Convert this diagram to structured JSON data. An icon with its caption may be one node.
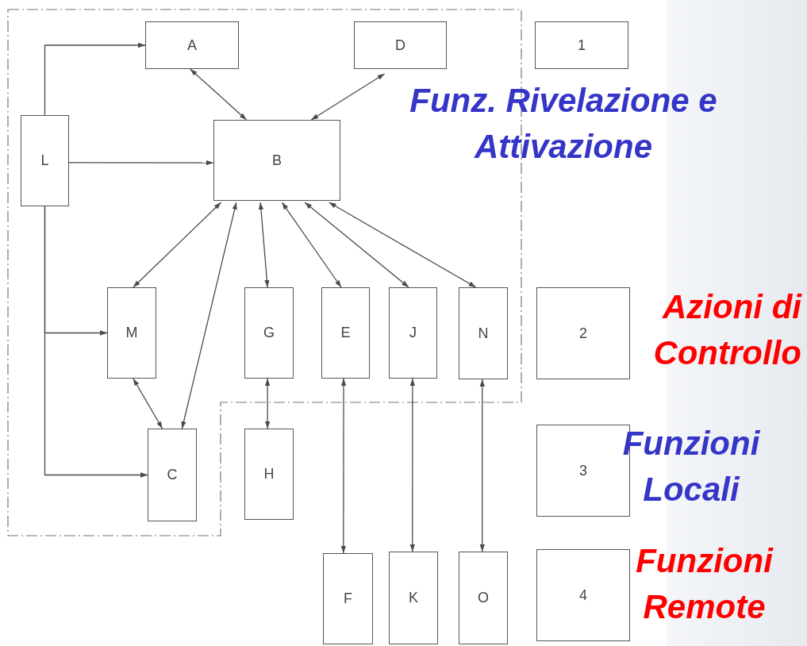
{
  "diagram": {
    "nodes": [
      {
        "text": [
          "A"
        ]
      },
      {
        "text": [
          "D"
        ]
      },
      {
        "text": [
          "1"
        ]
      },
      {
        "text": [
          "L"
        ]
      },
      {
        "text": [
          "B"
        ]
      },
      {
        "text": [
          "M"
        ]
      },
      {
        "text": [
          "G"
        ]
      },
      {
        "text": [
          "E"
        ]
      },
      {
        "text": [
          "J"
        ]
      },
      {
        "text": [
          "N"
        ]
      },
      {
        "text": [
          "2"
        ]
      },
      {
        "text": [
          "C"
        ]
      },
      {
        "text": [
          "H"
        ]
      },
      {
        "text": [
          "3"
        ]
      },
      {
        "text": [
          "F"
        ]
      },
      {
        "text": [
          "K"
        ]
      },
      {
        "text": [
          "O"
        ]
      },
      {
        "text": [
          "4"
        ]
      }
    ],
    "edges": [
      {
        "from": 3,
        "to": 0,
        "arrow": "to"
      },
      {
        "from": 3,
        "to": 4,
        "arrow": "to"
      },
      {
        "from": 3,
        "to": 5,
        "arrow": "to"
      },
      {
        "from": 3,
        "to": 11,
        "arrow": "to"
      },
      {
        "from": 0,
        "to": 4,
        "arrow": "both"
      },
      {
        "from": 1,
        "to": 4,
        "arrow": "both"
      },
      {
        "from": 4,
        "to": 5,
        "arrow": "both"
      },
      {
        "from": 4,
        "to": 11,
        "arrow": "both"
      },
      {
        "from": 4,
        "to": 6,
        "arrow": "both"
      },
      {
        "from": 4,
        "to": 7,
        "arrow": "both"
      },
      {
        "from": 4,
        "to": 8,
        "arrow": "both"
      },
      {
        "from": 4,
        "to": 9,
        "arrow": "both"
      },
      {
        "from": 5,
        "to": 11,
        "arrow": "both"
      },
      {
        "from": 6,
        "to": 12,
        "arrow": "both"
      },
      {
        "from": 7,
        "to": 14,
        "arrow": "both"
      },
      {
        "from": 8,
        "to": 15,
        "arrow": "both"
      },
      {
        "from": 9,
        "to": 16,
        "arrow": "both"
      }
    ],
    "labels": [
      "Funz. Rivelazione e Attivazione",
      "Azioni di Controllo",
      "Funzioni Locali",
      "Funzioni Remote"
    ]
  }
}
